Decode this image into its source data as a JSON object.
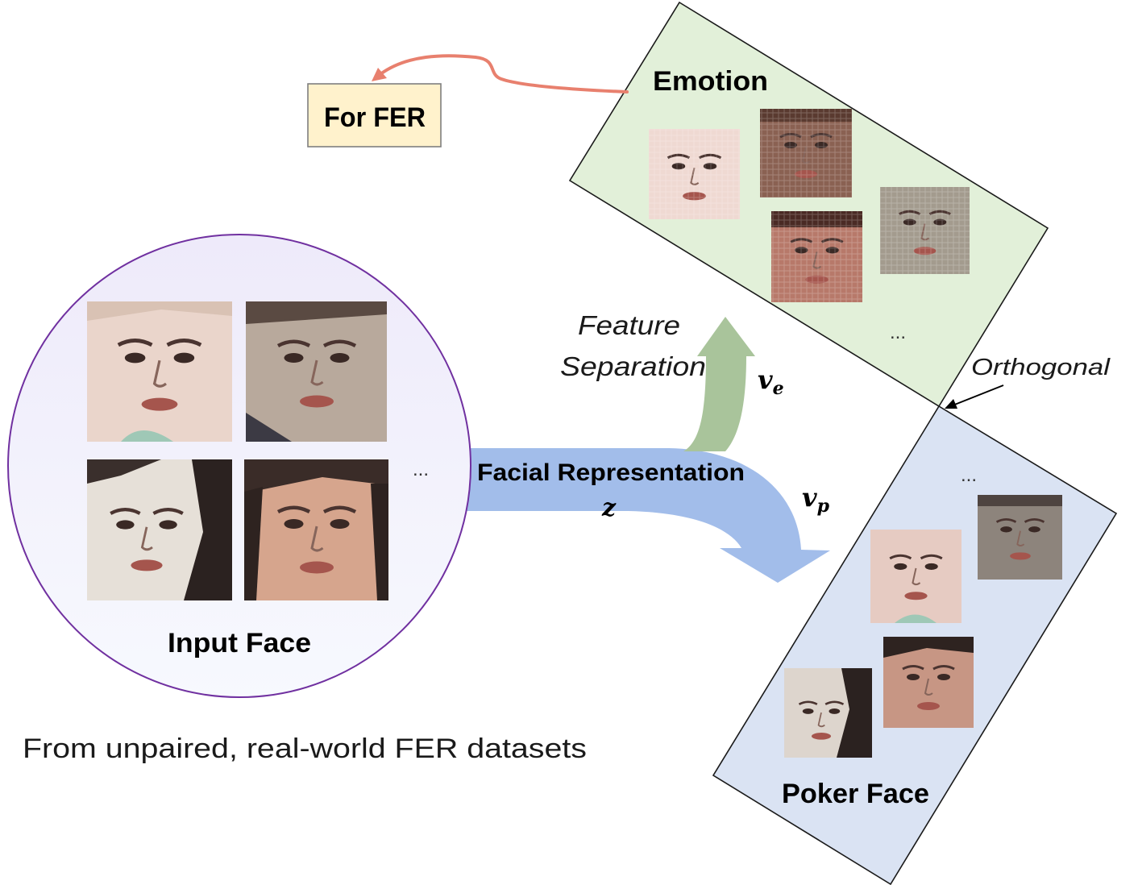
{
  "diagram": {
    "output_box": {
      "label": "For FER"
    },
    "emotion_panel": {
      "label": "Emotion",
      "ellipsis": "..."
    },
    "poker_panel": {
      "label": "Poker Face",
      "ellipsis": "..."
    },
    "input_panel": {
      "label": "Input Face",
      "ellipsis": "..."
    },
    "orthogonal_label": "Orthogonal",
    "feature_separation": {
      "line1": "Feature",
      "line2": "Separation"
    },
    "representation": {
      "label": "Facial Representation",
      "symbol": "z"
    },
    "emotion_vector": {
      "symbol": "v",
      "subscript": "e"
    },
    "poker_vector": {
      "symbol": "v",
      "subscript": "p"
    },
    "source_note": "From unpaired, real-world FER datasets"
  },
  "colors": {
    "output_box_fill": "#fff2cc",
    "output_box_stroke": "#7f7f7f",
    "emotion_panel_fill": "#e2f0d9",
    "poker_panel_fill": "#dae3f3",
    "input_circle_stroke": "#7030a0",
    "representation_arrow": "#a2bdea",
    "separation_arrow": "#a9c49b",
    "feedback_arrow": "#e8806e",
    "orthogonal_arrow": "#000000"
  }
}
